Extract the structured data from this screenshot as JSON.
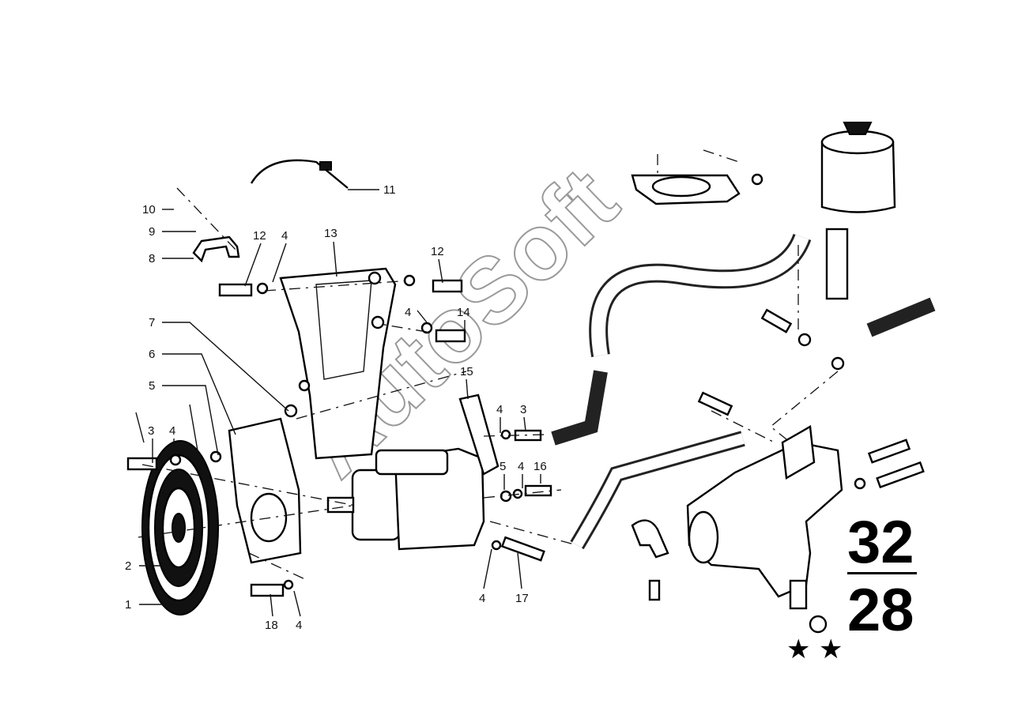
{
  "diagram": {
    "watermark": "AutoSoft",
    "page_number_top": "32",
    "page_number_bottom": "28",
    "callouts": {
      "c1": "1",
      "c2": "2",
      "c3a": "3",
      "c4a": "4",
      "c5a": "5",
      "c6": "6",
      "c7": "7",
      "c8": "8",
      "c9": "9",
      "c10": "10",
      "c11": "11",
      "c12a": "12",
      "c4b": "4",
      "c13": "13",
      "c12b": "12",
      "c4c": "4",
      "c14": "14",
      "c15": "15",
      "c4d": "4",
      "c3b": "3",
      "c5b": "5",
      "c4e": "4",
      "c16": "16",
      "c4f": "4",
      "c17": "17",
      "c18": "18",
      "c4g": "4"
    }
  }
}
